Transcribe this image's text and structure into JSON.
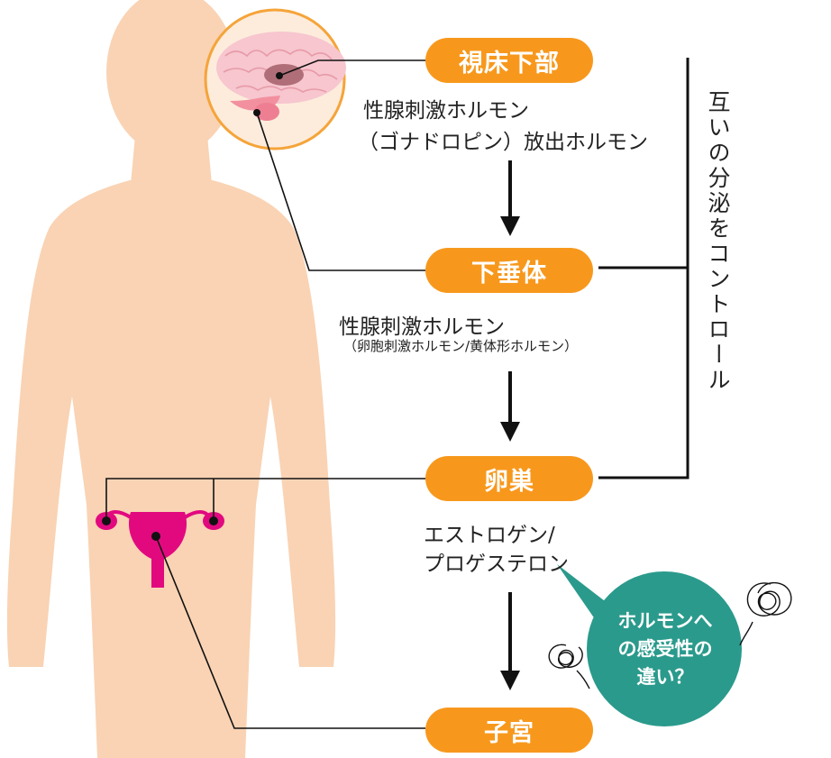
{
  "colors": {
    "skin": "#f9d3b4",
    "brain_circle_fill": "#fdecdc",
    "brain_circle_border": "#f5a43a",
    "pill": "#f7981d",
    "uterus": "#e2097f",
    "bubble": "#2a9a8c",
    "line": "#111111",
    "text": "#222222"
  },
  "nodes": {
    "hypothalamus": "視床下部",
    "pituitary": "下垂体",
    "ovary": "卵巣",
    "uterus": "子宮"
  },
  "labels": {
    "gnrh_line1": "性腺刺激ホルモン",
    "gnrh_line2": "（ゴナドロピン）放出ホルモン",
    "gonadotropin_line1": "性腺刺激ホルモン",
    "gonadotropin_line2": "（卵胞刺激ホルモン/黄体形ホルモン）",
    "ovary_hormone_line1": "エストロゲン/",
    "ovary_hormone_line2": "プロゲステロン"
  },
  "side_label": "互いの分泌をコントロール",
  "bubble": {
    "line1": "ホルモンへ",
    "line2": "の感受性の",
    "line3": "違い？"
  }
}
